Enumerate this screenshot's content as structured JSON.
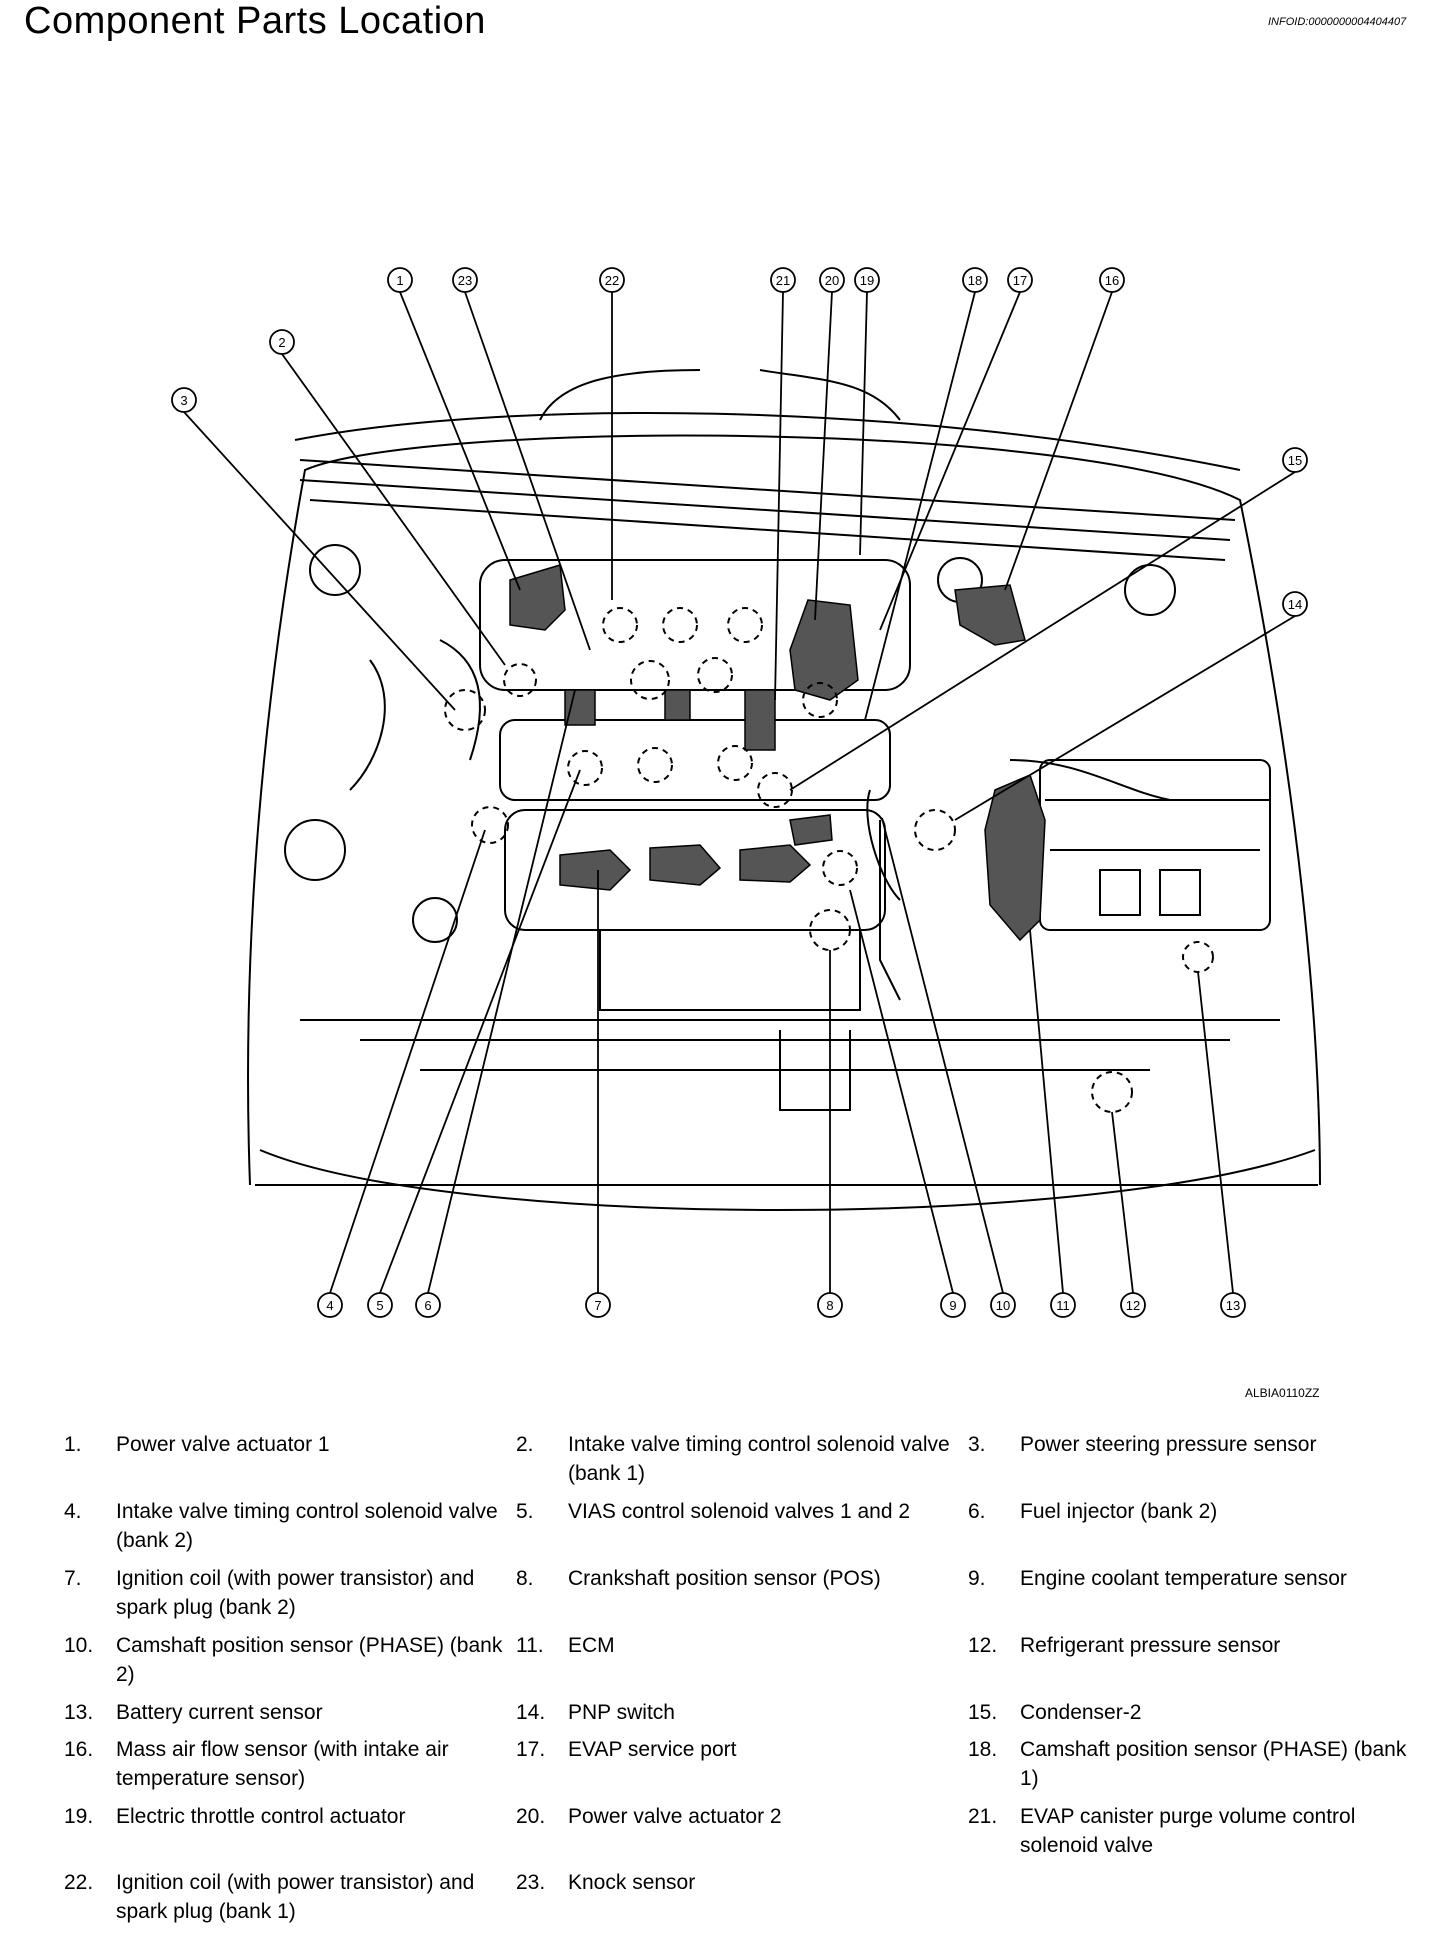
{
  "title": "Component Parts Location",
  "info_id": "INFOID:0000000004404407",
  "figure_code": "ALBIA0110ZZ",
  "callouts": [
    "1",
    "23",
    "22",
    "21",
    "20",
    "19",
    "18",
    "17",
    "16",
    "2",
    "3",
    "15",
    "14",
    "4",
    "5",
    "6",
    "7",
    "8",
    "9",
    "10",
    "11",
    "12",
    "13"
  ],
  "legend": [
    {
      "num": "1.",
      "text": "Power valve actuator 1"
    },
    {
      "num": "2.",
      "text": "Intake valve timing control solenoid valve (bank 1)"
    },
    {
      "num": "3.",
      "text": "Power steering pressure sensor"
    },
    {
      "num": "4.",
      "text": "Intake valve timing control solenoid valve (bank 2)"
    },
    {
      "num": "5.",
      "text": "VIAS control solenoid valves 1 and 2"
    },
    {
      "num": "6.",
      "text": "Fuel injector (bank 2)"
    },
    {
      "num": "7.",
      "text": "Ignition coil (with power transistor) and spark plug (bank 2)"
    },
    {
      "num": "8.",
      "text": "Crankshaft position sensor (POS)"
    },
    {
      "num": "9.",
      "text": "Engine coolant temperature sensor"
    },
    {
      "num": "10.",
      "text": "Camshaft position sensor (PHASE) (bank 2)"
    },
    {
      "num": "11.",
      "text": "ECM"
    },
    {
      "num": "12.",
      "text": "Refrigerant pressure sensor"
    },
    {
      "num": "13.",
      "text": "Battery current sensor"
    },
    {
      "num": "14.",
      "text": "PNP switch"
    },
    {
      "num": "15.",
      "text": "Condenser-2"
    },
    {
      "num": "16.",
      "text": "Mass air flow sensor (with intake air temperature sensor)"
    },
    {
      "num": "17.",
      "text": "EVAP service port"
    },
    {
      "num": "18.",
      "text": "Camshaft position sensor (PHASE) (bank 1)"
    },
    {
      "num": "19.",
      "text": "Electric throttle control actuator"
    },
    {
      "num": "20.",
      "text": "Power valve actuator 2"
    },
    {
      "num": "21.",
      "text": "EVAP canister purge volume control solenoid valve"
    },
    {
      "num": "22.",
      "text": "Ignition coil (with power transistor) and spark plug (bank 1)"
    },
    {
      "num": "23.",
      "text": "Knock sensor"
    }
  ]
}
